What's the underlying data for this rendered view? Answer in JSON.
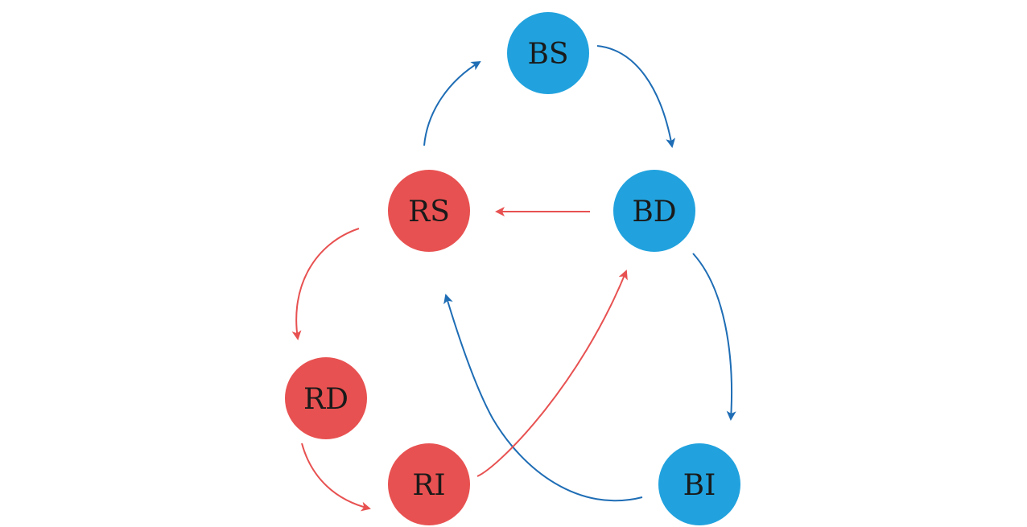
{
  "colors": {
    "red": "#E85151",
    "blue": "#21A2DE",
    "blue_edge": "#1E6DB5",
    "label": "#1a1a1a"
  },
  "nodes": [
    {
      "id": "BS",
      "label": "BS",
      "color": "blue"
    },
    {
      "id": "BD",
      "label": "BD",
      "color": "blue"
    },
    {
      "id": "BI",
      "label": "BI",
      "color": "blue"
    },
    {
      "id": "RS",
      "label": "RS",
      "color": "red"
    },
    {
      "id": "RD",
      "label": "RD",
      "color": "red"
    },
    {
      "id": "RI",
      "label": "RI",
      "color": "red"
    }
  ],
  "edges": [
    {
      "from": "BS",
      "to": "BD",
      "color": "blue_edge"
    },
    {
      "from": "RS",
      "to": "BS",
      "color": "blue_edge"
    },
    {
      "from": "BD",
      "to": "BI",
      "color": "blue_edge"
    },
    {
      "from": "BI",
      "to": "RS",
      "color": "blue_edge"
    },
    {
      "from": "BD",
      "to": "RS",
      "color": "red"
    },
    {
      "from": "RS",
      "to": "RD",
      "color": "red"
    },
    {
      "from": "RD",
      "to": "RI",
      "color": "red"
    },
    {
      "from": "RI",
      "to": "BD",
      "color": "red"
    }
  ]
}
